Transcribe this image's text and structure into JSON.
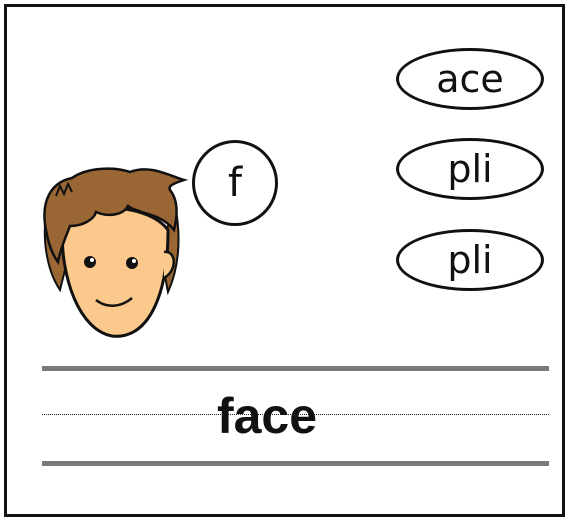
{
  "letter": "f",
  "options": [
    {
      "label": "ace"
    },
    {
      "label": "pli"
    },
    {
      "label": "pli"
    }
  ],
  "word": "face",
  "colors": {
    "skin": "#fcc98c",
    "hair": "#9a6634",
    "outline": "#111111",
    "rule": "#7a7a7a"
  }
}
